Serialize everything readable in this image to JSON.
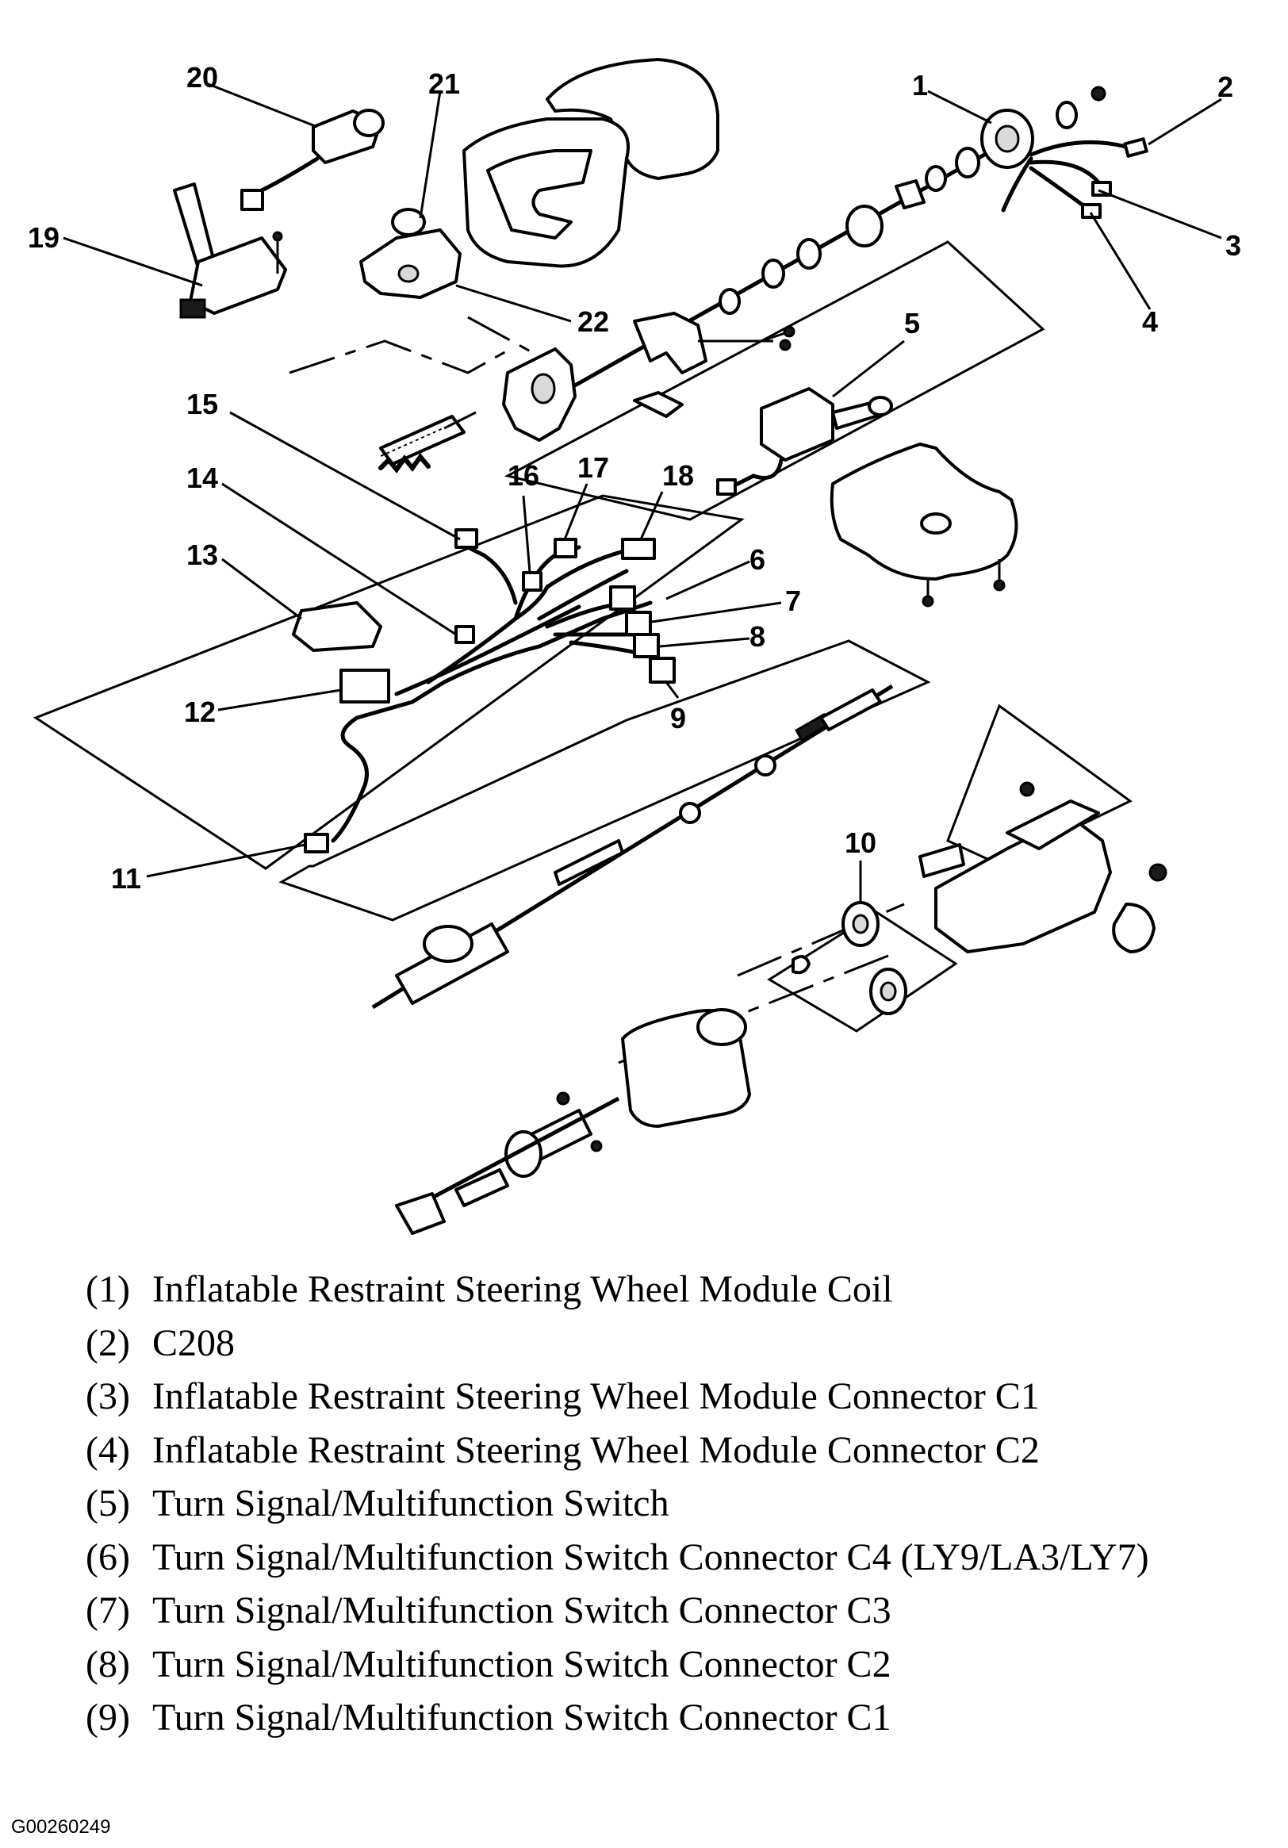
{
  "diagram": {
    "callouts": [
      "1",
      "2",
      "3",
      "4",
      "5",
      "6",
      "7",
      "8",
      "9",
      "10",
      "11",
      "12",
      "13",
      "14",
      "15",
      "16",
      "17",
      "18",
      "19",
      "20",
      "21",
      "22"
    ]
  },
  "legend": [
    {
      "num": "(1)",
      "text": "Inflatable Restraint Steering Wheel Module Coil"
    },
    {
      "num": "(2)",
      "text": "C208"
    },
    {
      "num": "(3)",
      "text": "Inflatable Restraint Steering Wheel Module Connector C1"
    },
    {
      "num": "(4)",
      "text": "Inflatable Restraint Steering Wheel Module Connector C2"
    },
    {
      "num": "(5)",
      "text": "Turn Signal/Multifunction Switch"
    },
    {
      "num": "(6)",
      "text": "Turn Signal/Multifunction Switch Connector C4 (LY9/LA3/LY7)"
    },
    {
      "num": "(7)",
      "text": "Turn Signal/Multifunction Switch Connector C3"
    },
    {
      "num": "(8)",
      "text": "Turn Signal/Multifunction Switch Connector C2"
    },
    {
      "num": "(9)",
      "text": "Turn Signal/Multifunction Switch Connector C1"
    }
  ],
  "figure_id": "G00260249"
}
